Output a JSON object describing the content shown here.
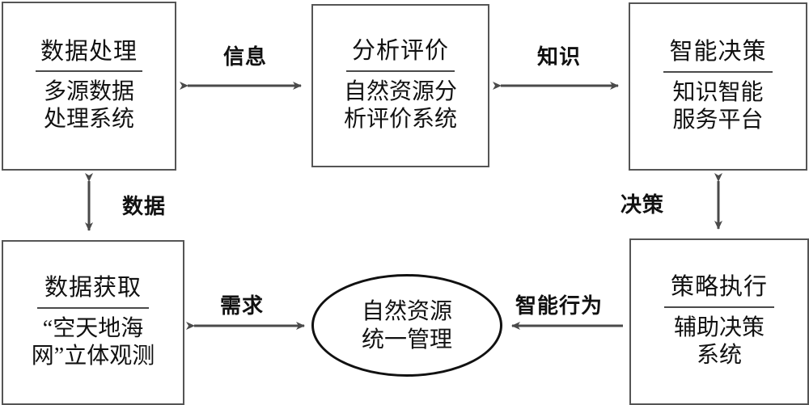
{
  "diagram": {
    "type": "flow-diagram",
    "nodes": [
      {
        "id": "data-processing",
        "title": "数据处理",
        "subtitle_lines": [
          "多源数据",
          "处理系统"
        ],
        "shape": "rectangle"
      },
      {
        "id": "analysis-evaluation",
        "title": "分析评价",
        "subtitle_lines": [
          "自然资源分",
          "析评价系统"
        ],
        "shape": "rectangle"
      },
      {
        "id": "smart-decision",
        "title": "智能决策",
        "subtitle_lines": [
          "知识智能",
          "服务平台"
        ],
        "shape": "rectangle"
      },
      {
        "id": "data-acquisition",
        "title": "数据获取",
        "subtitle_lines": [
          "“空天地海",
          "网”立体观测"
        ],
        "shape": "rectangle"
      },
      {
        "id": "strategy-execution",
        "title": "策略执行",
        "subtitle_lines": [
          "辅助决策",
          "系统"
        ],
        "shape": "rectangle"
      },
      {
        "id": "unified-management",
        "title": "",
        "subtitle_lines": [
          "自然资源",
          "统一管理"
        ],
        "shape": "ellipse"
      }
    ],
    "edges": [
      {
        "id": "information",
        "label": "信息",
        "from": "data-processing",
        "to": "analysis-evaluation",
        "direction": "both"
      },
      {
        "id": "knowledge",
        "label": "知识",
        "from": "analysis-evaluation",
        "to": "smart-decision",
        "direction": "both"
      },
      {
        "id": "data",
        "label": "数据",
        "from": "data-acquisition",
        "to": "data-processing",
        "direction": "both"
      },
      {
        "id": "decision",
        "label": "决策",
        "from": "smart-decision",
        "to": "strategy-execution",
        "direction": "both"
      },
      {
        "id": "demand",
        "label": "需求",
        "from": "data-acquisition",
        "to": "unified-management",
        "direction": "both"
      },
      {
        "id": "smart-behavior",
        "label": "智能行为",
        "from": "strategy-execution",
        "to": "unified-management",
        "direction": "single"
      }
    ],
    "colors": {
      "box_border": "#555555",
      "ellipse_border": "#111111",
      "arrow": "#4a4a4a",
      "text": "#111111",
      "background": "#ffffff"
    }
  }
}
